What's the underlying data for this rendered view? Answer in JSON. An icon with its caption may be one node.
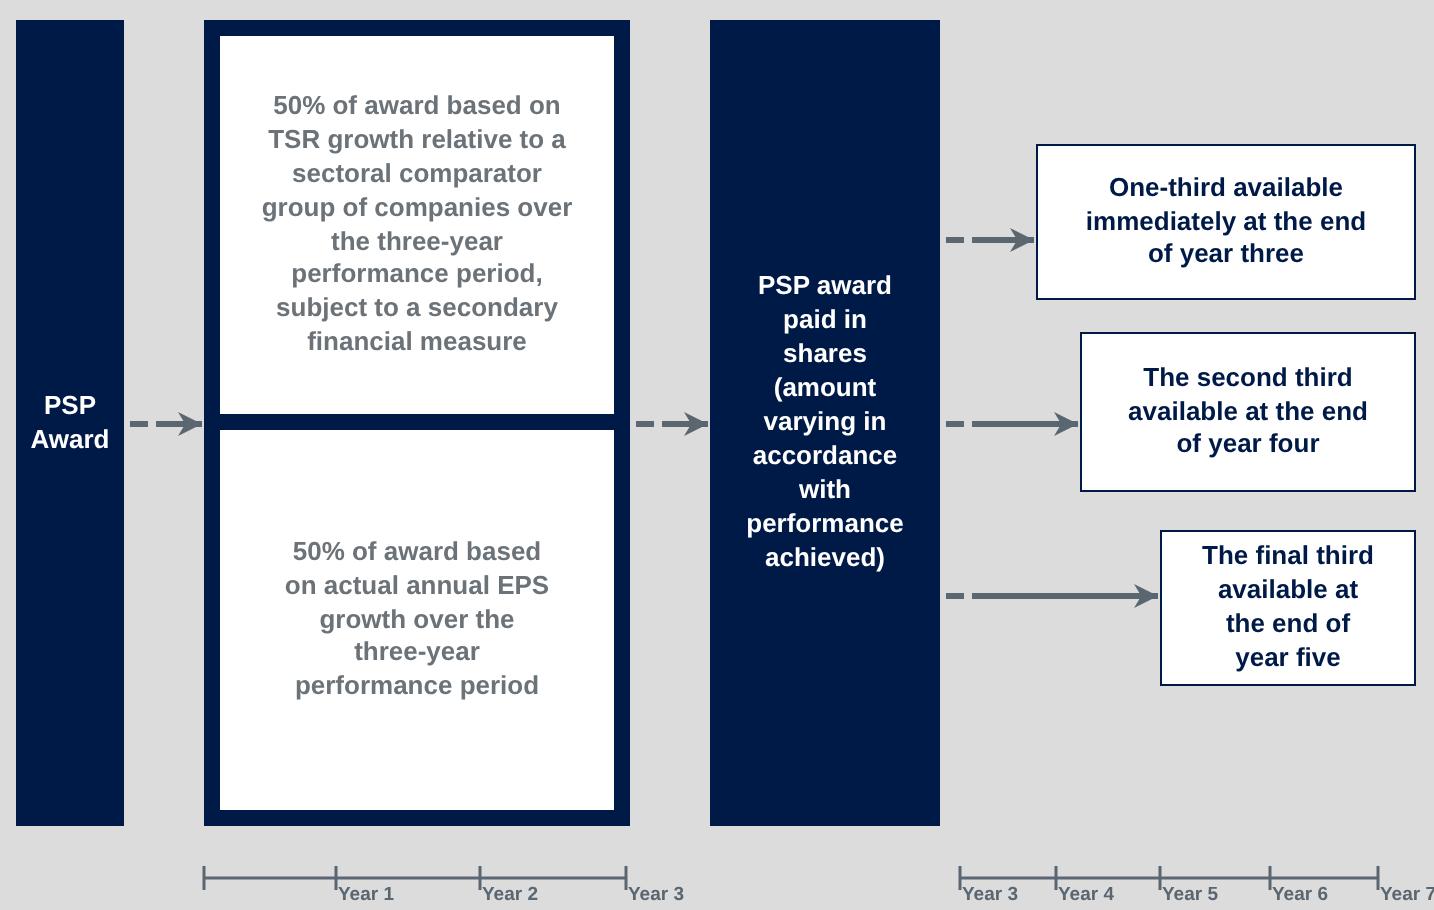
{
  "diagram": {
    "nodes": [
      {
        "text": [
          "PSP Award"
        ]
      },
      {
        "text": [],
        "shape": "box"
      },
      {
        "text": [
          "50% of award based on TSR growth relative to a sectoral comparator group of companies over the three-year performance period, subject to a secondary financial measure"
        ],
        "in": 1
      },
      {
        "text": [
          "50% of award based on actual annual EPS growth over the three-year performance period"
        ],
        "in": 1
      },
      {
        "text": [
          "PSP award paid in shares (amount varying in accordance with performance achieved)"
        ]
      },
      {
        "text": [
          "One-third available immediately at the end of year three"
        ]
      },
      {
        "text": [
          "The second third available at the end of year four"
        ]
      },
      {
        "text": [
          "The final third available at the end of year five"
        ]
      }
    ],
    "edges": [
      {
        "from": 0,
        "to": 1,
        "arrow": "to",
        "style": "dashed"
      },
      {
        "from": 1,
        "to": 4,
        "arrow": "to",
        "style": "dashed"
      },
      {
        "from": 4,
        "to": 5,
        "arrow": "to",
        "style": "dashed"
      },
      {
        "from": 4,
        "to": 6,
        "arrow": "to",
        "style": "dashed"
      },
      {
        "from": 4,
        "to": 7,
        "arrow": "to",
        "style": "dashed"
      }
    ],
    "labels": [
      "Year 1",
      "Year 2",
      "Year 3",
      "Year 3",
      "Year 4",
      "Year 5",
      "Year 6",
      "Year 7"
    ]
  }
}
